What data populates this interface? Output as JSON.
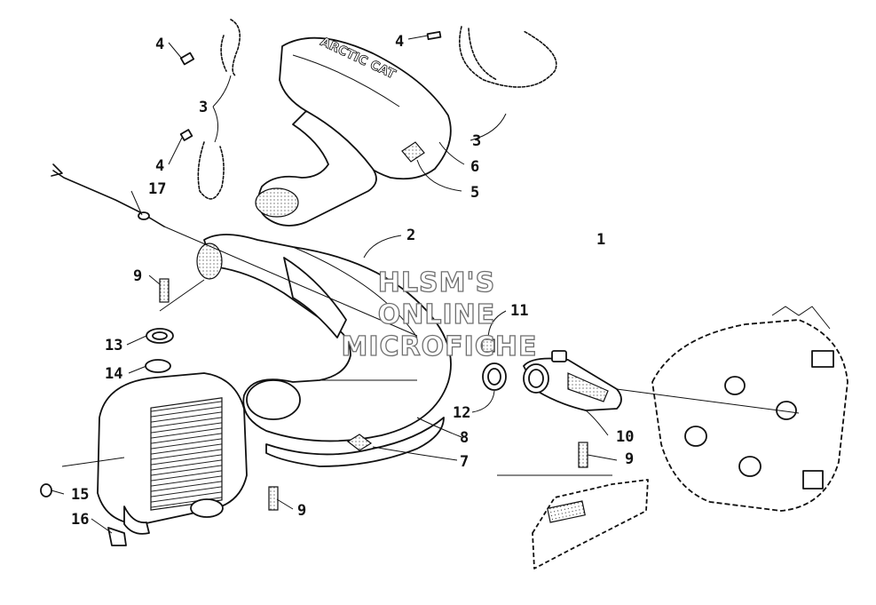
{
  "diagram": {
    "watermark": [
      "HLSM'S",
      "ONLINE",
      "MICROFICHE"
    ],
    "brand_text": "ARCTIC CAT",
    "callouts": {
      "c1": "1",
      "c2": "2",
      "c3a": "3",
      "c3b": "3",
      "c4a": "4",
      "c4b": "4",
      "c4c": "4",
      "c5": "5",
      "c6": "6",
      "c7": "7",
      "c8": "8",
      "c9a": "9",
      "c9b": "9",
      "c9c": "9",
      "c10": "10",
      "c11": "11",
      "c12": "12",
      "c13": "13",
      "c14": "14",
      "c15": "15",
      "c16": "16",
      "c17": "17"
    }
  }
}
